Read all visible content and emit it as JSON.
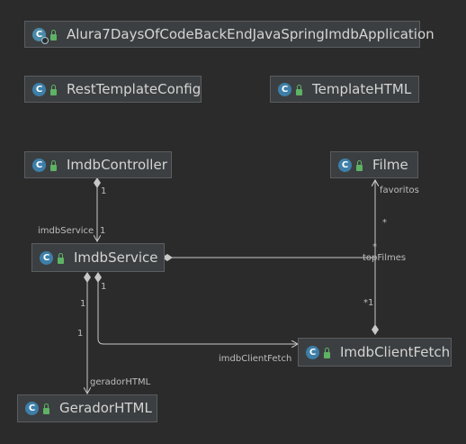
{
  "nodes": {
    "app": "Alura7DaysOfCodeBackEndJavaSpringImdbApplication",
    "rest_template_config": "RestTemplateConfig",
    "template_html": "TemplateHTML",
    "imdb_controller": "ImdbController",
    "filme": "Filme",
    "imdb_service": "ImdbService",
    "imdb_client_fetch": "ImdbClientFetch",
    "gerador_html": "GeradorHTML"
  },
  "icons": {
    "class": "C",
    "app_class": "C"
  },
  "edges": {
    "controller_service": {
      "source_mult": "1",
      "target_role": "imdbService",
      "target_mult": "1"
    },
    "service_filme": {
      "role": "favoritos",
      "mult": "*"
    },
    "service_top_filmes": {
      "role": "topFilmes",
      "mult": "*"
    },
    "client_fetch_filme": {
      "mult": "*1"
    },
    "service_gerador": {
      "source_mult": "1",
      "target_mult": "1",
      "target_role": "geradorHTML"
    },
    "service_client_fetch": {
      "source_mult": "1",
      "target_role": "imdbClientFetch"
    }
  },
  "colors": {
    "background": "#2b2b2b",
    "node_fill": "#3c3f41",
    "node_border": "#5a5d5f",
    "edge": "#c8c8c8",
    "class_icon": "#3d7fa8",
    "visibility_lock": "#5eb264"
  }
}
